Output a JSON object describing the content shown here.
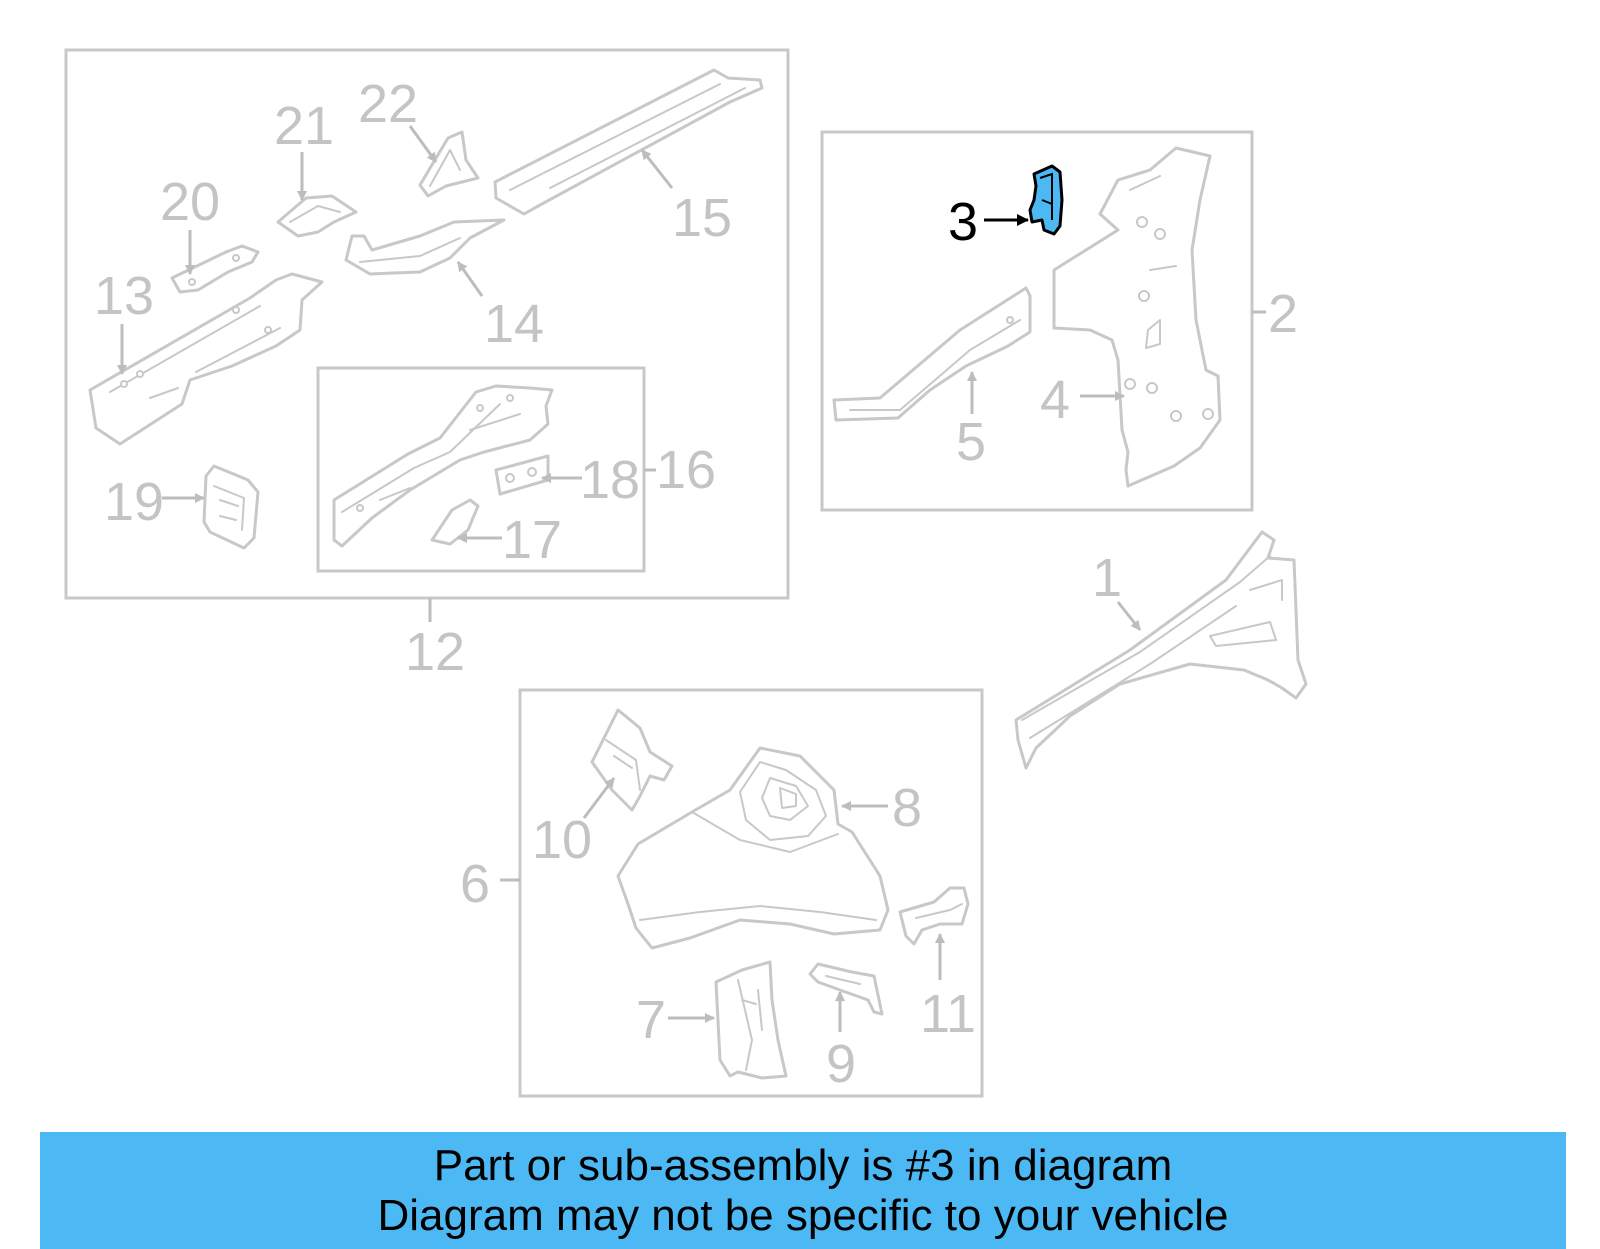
{
  "banner": {
    "line1": "Part or sub-assembly is #3 in diagram",
    "line2": "Diagram may not be specific to your vehicle",
    "background": "#4cb8f4"
  },
  "highlight_color": "#4cb8f4",
  "highlighted_part": "3",
  "callouts": {
    "c1": "1",
    "c2": "2",
    "c3": "3",
    "c4": "4",
    "c5": "5",
    "c6": "6",
    "c7": "7",
    "c8": "8",
    "c9": "9",
    "c10": "10",
    "c11": "11",
    "c12": "12",
    "c13": "13",
    "c14": "14",
    "c15": "15",
    "c16": "16",
    "c17": "17",
    "c18": "18",
    "c19": "19",
    "c20": "20",
    "c21": "21",
    "c22": "22"
  }
}
